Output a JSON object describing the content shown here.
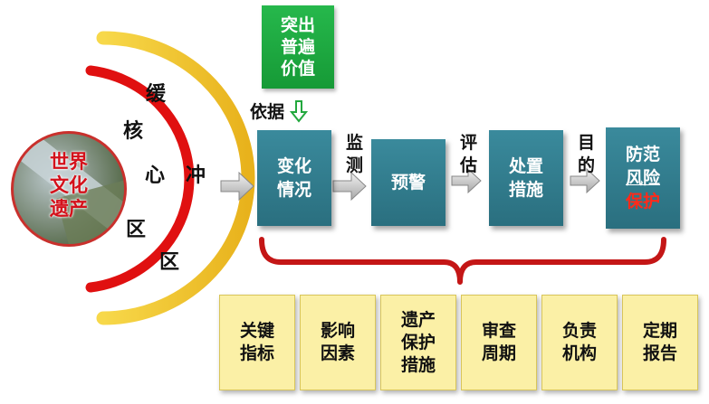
{
  "heritage": {
    "line1": "世界",
    "line2": "文化",
    "line3": "遗产"
  },
  "core_zone": {
    "chars": [
      "核",
      "心",
      "区"
    ]
  },
  "buffer_zone": {
    "chars": [
      "缓",
      "冲",
      "区"
    ]
  },
  "outstanding_value": {
    "line1": "突出",
    "line2": "普遍",
    "line3": "价值"
  },
  "basis_label": "依据",
  "process": [
    {
      "line1": "变化",
      "line2": "情况"
    },
    {
      "line1": "预警",
      "line2": ""
    },
    {
      "line1": "处置",
      "line2": "措施"
    },
    {
      "line1": "防范",
      "line2": "风险",
      "line3": "保护"
    }
  ],
  "connectors": {
    "monitor": {
      "c1": "监",
      "c2": "测"
    },
    "evaluate": {
      "c1": "评",
      "c2": "估"
    },
    "purpose": {
      "c1": "目",
      "c2": "的"
    }
  },
  "elements": [
    {
      "line1": "关键",
      "line2": "指标",
      "line3": ""
    },
    {
      "line1": "影响",
      "line2": "因素",
      "line3": ""
    },
    {
      "line1": "遗产",
      "line2": "保护",
      "line3": "措施"
    },
    {
      "line1": "审查",
      "line2": "周期",
      "line3": ""
    },
    {
      "line1": "负责",
      "line2": "机构",
      "line3": ""
    },
    {
      "line1": "定期",
      "line2": "报告",
      "line3": ""
    }
  ],
  "colors": {
    "buffer": "#f2c230",
    "core": "#e01010",
    "process": "#2f7d8f",
    "value": "#1fae45",
    "element": "#fbf0a6",
    "brace": "#c41616"
  }
}
